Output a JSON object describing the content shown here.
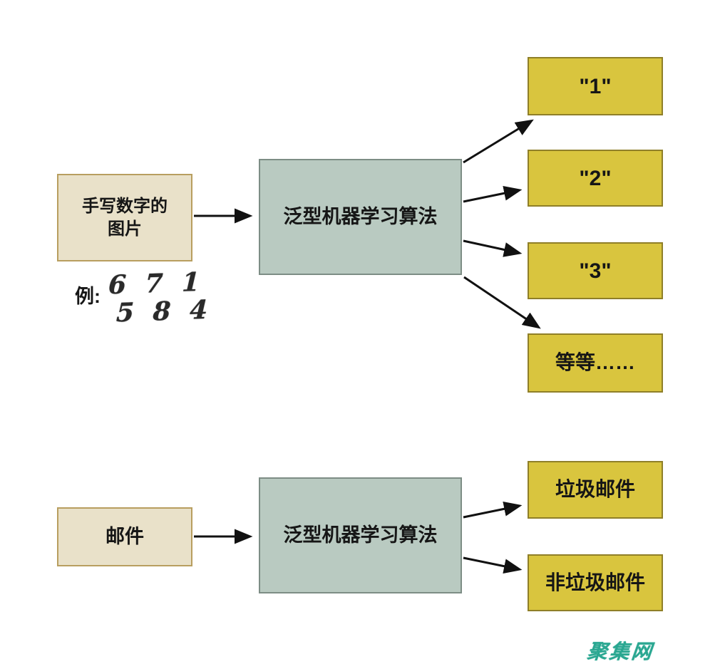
{
  "colors": {
    "page_bg": "#ffffff",
    "input_fill": "#e9e1c9",
    "input_border": "#b89e5f",
    "process_fill": "#b9cac1",
    "process_border": "#7d8d85",
    "output_fill": "#d9c53e",
    "output_border": "#8f7f28",
    "arrow": "#111111",
    "text": "#161616",
    "watermark": "#2aa791",
    "handwriting": "#2a2a2a"
  },
  "top_flow": {
    "input": {
      "lines": [
        "手写数字的",
        "图片"
      ]
    },
    "example": {
      "label": "例:",
      "rows": [
        "6 7 1",
        "5 8 4"
      ]
    },
    "process": {
      "label": "泛型机器学习算法"
    },
    "outputs": [
      {
        "label": "\"1\""
      },
      {
        "label": "\"2\""
      },
      {
        "label": "\"3\""
      },
      {
        "label": "等等……"
      }
    ]
  },
  "bottom_flow": {
    "input": {
      "label": "邮件"
    },
    "process": {
      "label": "泛型机器学习算法"
    },
    "outputs": [
      {
        "label": "垃圾邮件"
      },
      {
        "label": "非垃圾邮件"
      }
    ]
  },
  "watermark": {
    "label": "聚集网"
  }
}
